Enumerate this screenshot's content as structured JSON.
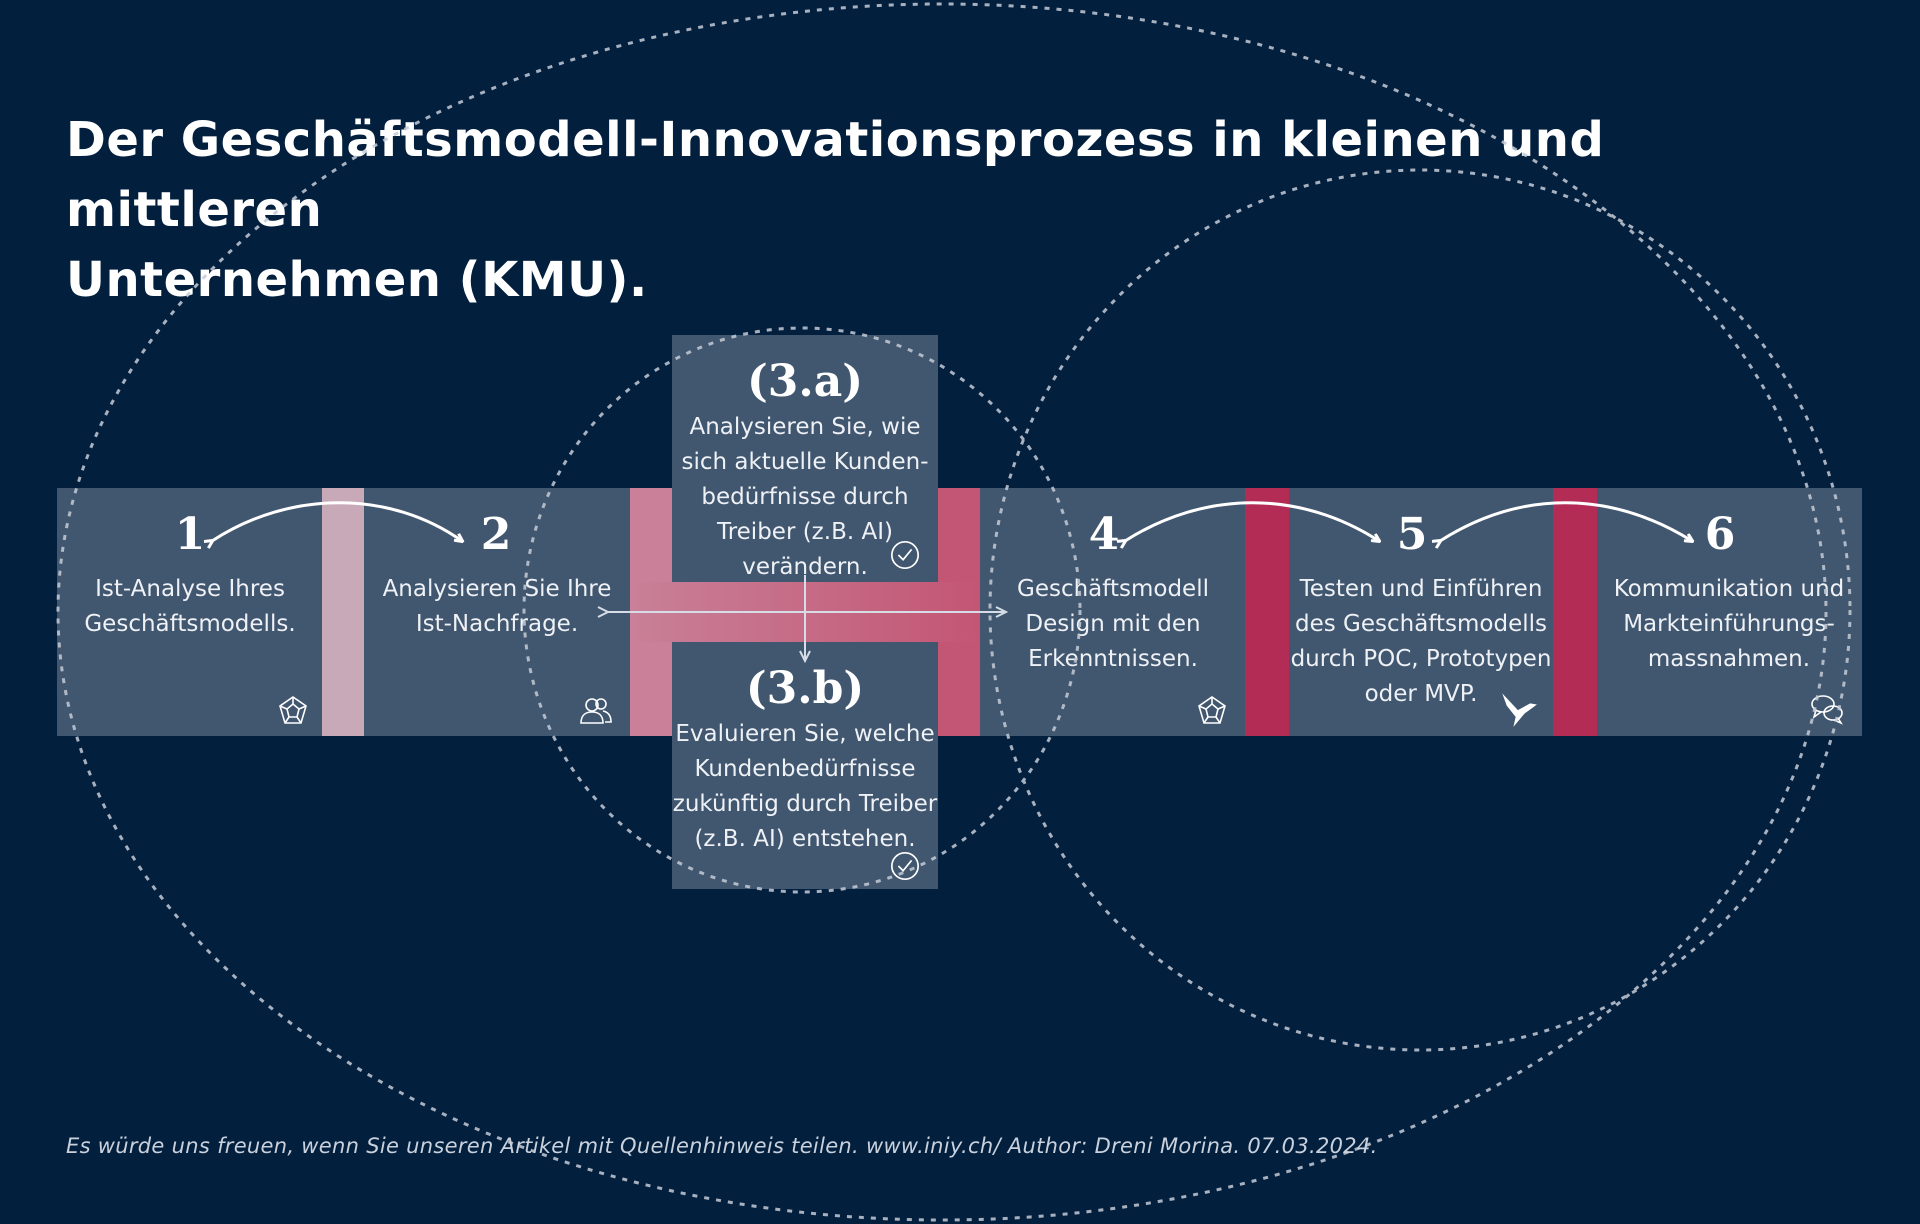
{
  "title": {
    "line1": "Der Geschäftsmodell-Innovationsprozess in kleinen und mittleren",
    "line2": "Unternehmen (KMU)."
  },
  "steps": [
    {
      "number": "1",
      "text": [
        "Ist-Analyse Ihres",
        "Geschäftsmodells."
      ],
      "icon": "network-icon"
    },
    {
      "number": "2",
      "text": [
        "Analysieren Sie Ihre",
        "Ist-Nachfrage."
      ],
      "icon": "users-icon"
    },
    {
      "number": "4",
      "text": [
        "Geschäftsmodell",
        "Design mit den",
        "Erkenntnissen."
      ],
      "icon": "network-icon"
    },
    {
      "number": "5",
      "text": [
        "Testen und Einführen",
        "des Geschäftsmodells",
        "durch POC, Prototypen",
        "oder MVP."
      ],
      "icon": "bird-icon"
    },
    {
      "number": "6",
      "text": [
        "Kommunikation und",
        "Markteinführungs-",
        "massnahmen."
      ],
      "icon": "chat-icon"
    }
  ],
  "substeps": {
    "a": {
      "label": "(3.a)",
      "text": [
        "Analysieren Sie, wie",
        "sich aktuelle Kunden-",
        "bedürfnisse durch",
        "Treiber (z.B. AI)",
        "verändern."
      ],
      "icon": "check-circle-icon"
    },
    "b": {
      "label": "(3.b)",
      "text": [
        "Evaluieren Sie, welche",
        "Kundenbedürfnisse",
        "zukünftig durch Treiber",
        "(z.B. AI) entstehen."
      ],
      "icon": "check-circle-icon"
    }
  },
  "colors": {
    "background": "#031f3e",
    "band": "#41566f",
    "separator_light": "#c8a9b7",
    "separator_pink": "#c98098",
    "separator_red": "#b22c55",
    "pink_gradient_end": "#c35674"
  },
  "footer": "Es würde uns freuen, wenn Sie unseren Artikel mit Quellenhinweis teilen. www.iniy.ch/ Author: Dreni Morina. 07.03.2024."
}
